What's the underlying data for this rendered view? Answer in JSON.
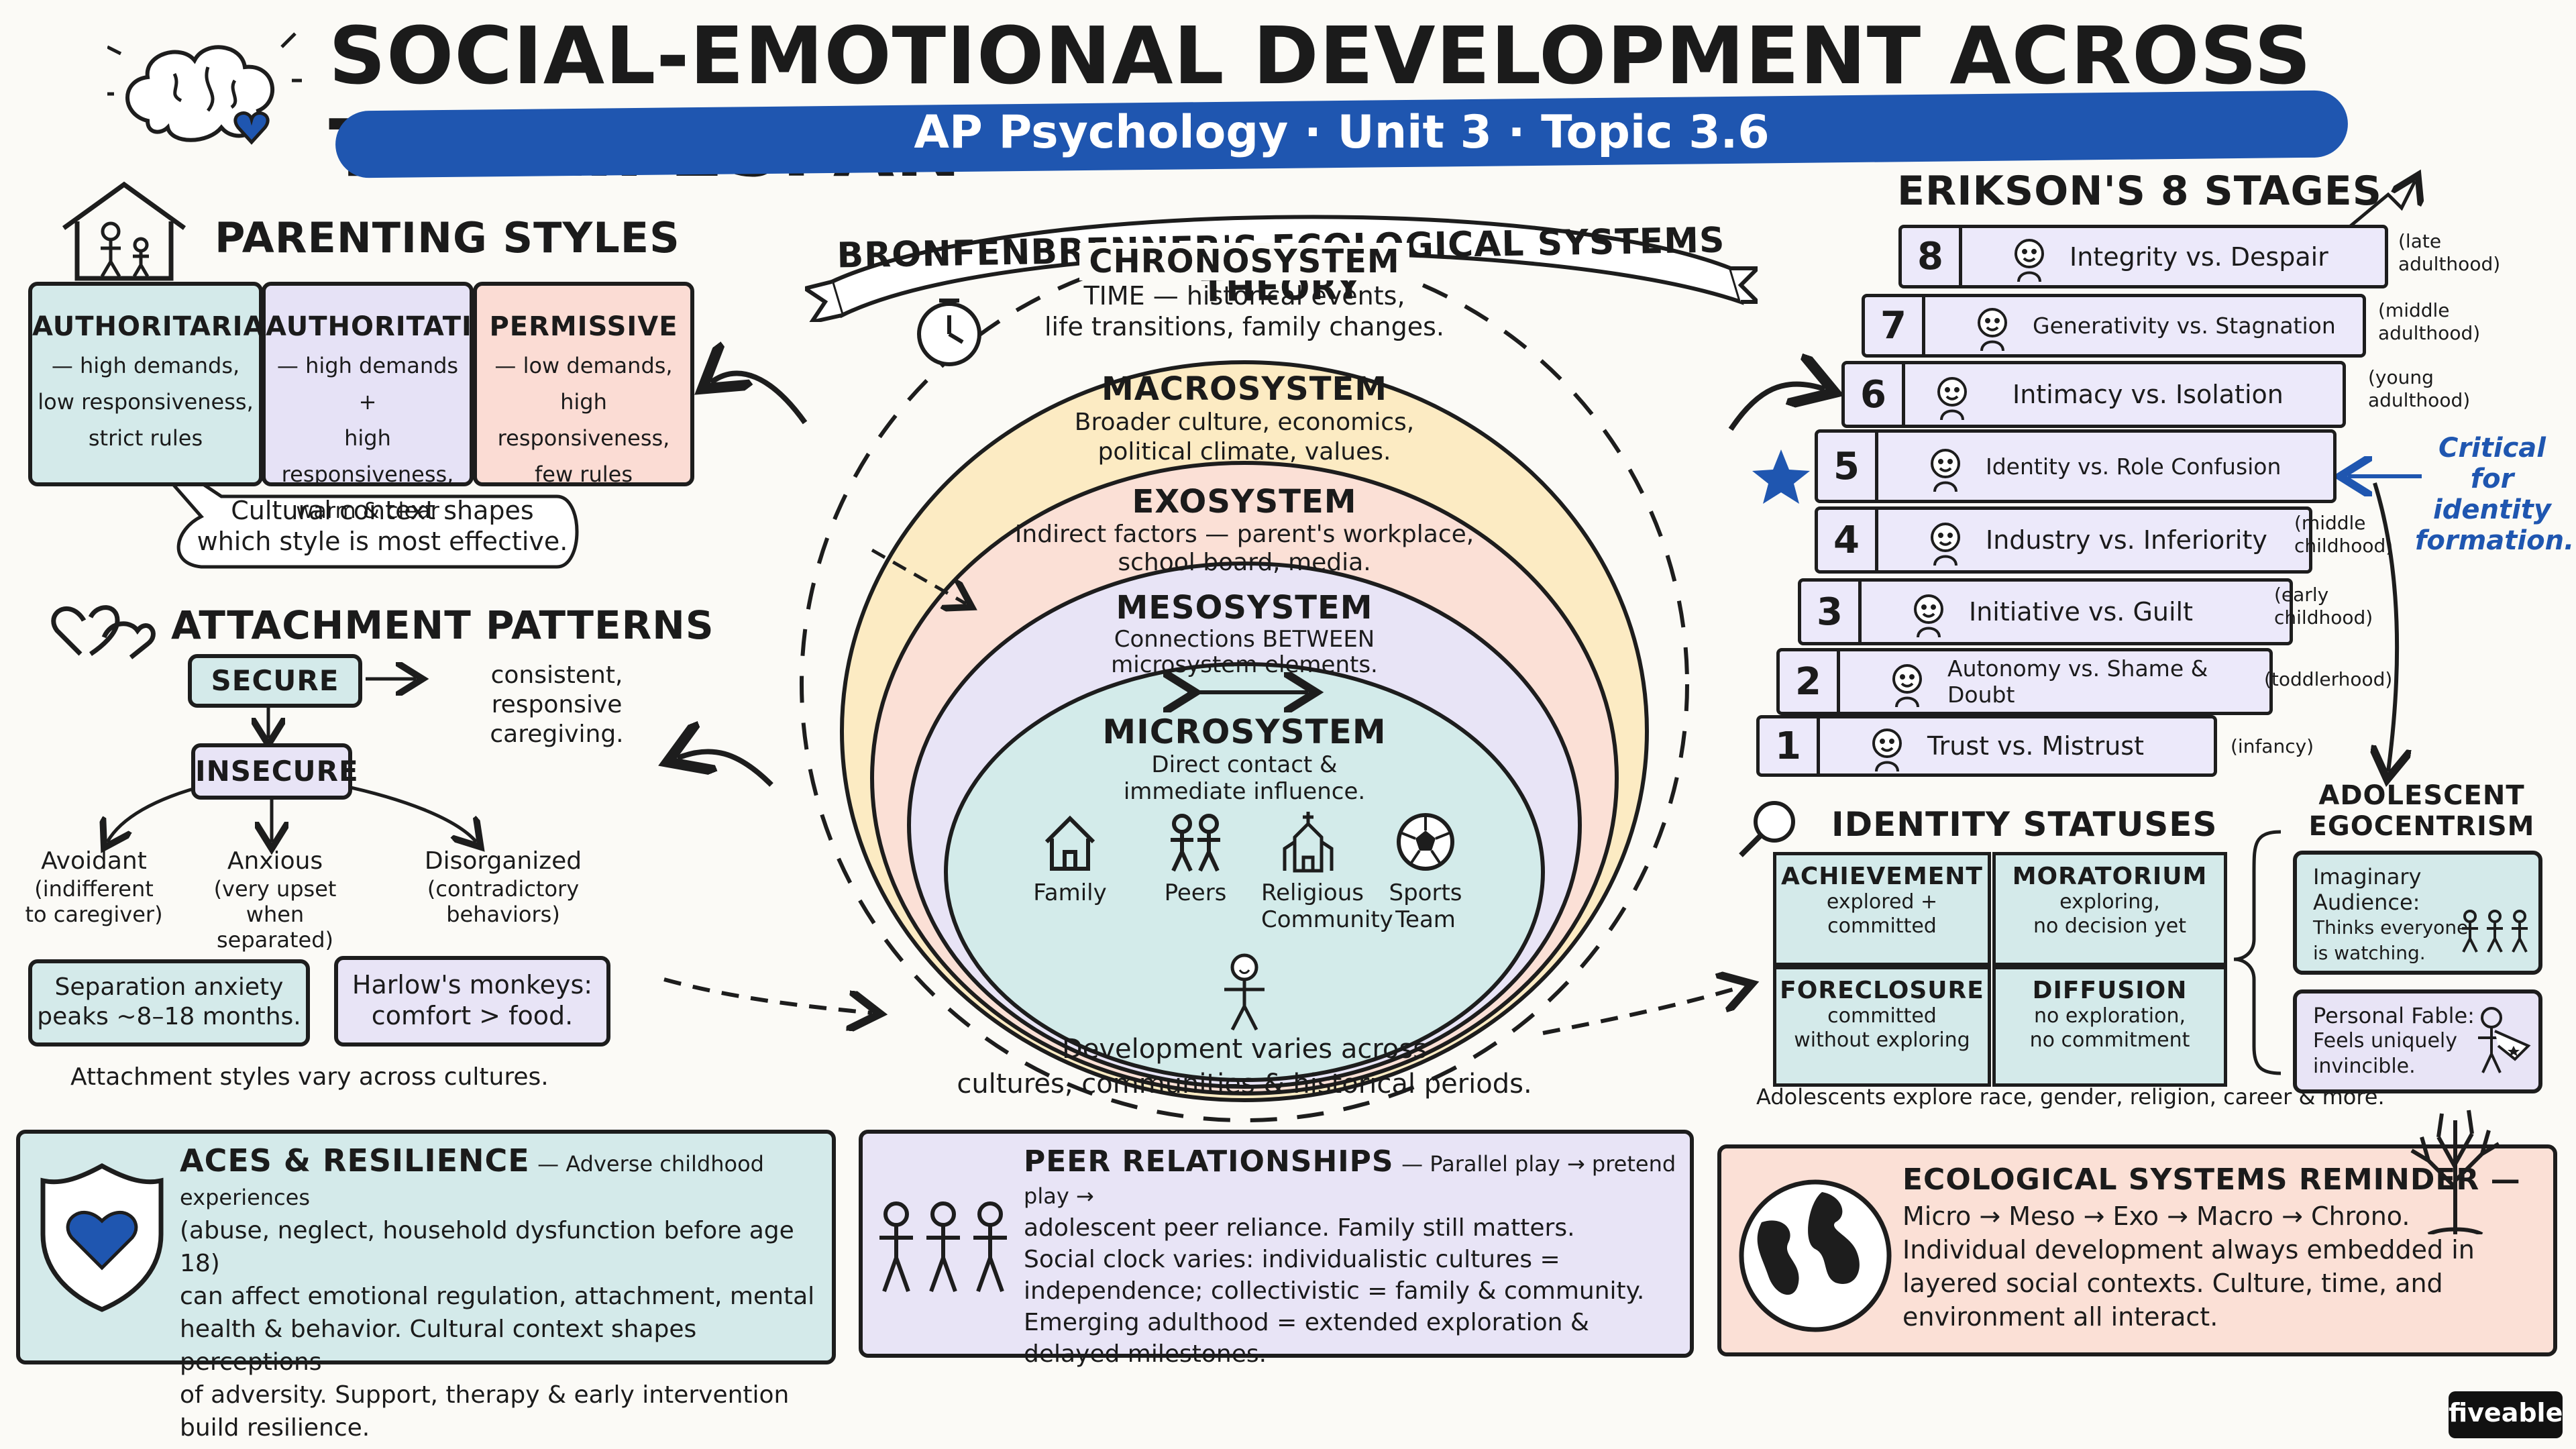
{
  "header": {
    "title": "Social-Emotional Development Across the Lifespan",
    "subtitle": "AP Psychology · Unit 3 · Topic 3.6"
  },
  "parenting": {
    "heading": "Parenting Styles",
    "styles": [
      {
        "name": "Authoritarian",
        "desc_lines": [
          "— high demands,",
          "low responsiveness,",
          "strict rules"
        ],
        "color": "#d4eaea"
      },
      {
        "name": "Authoritative",
        "desc_lines": [
          "— high demands +",
          "high responsiveness,",
          "warm & clear"
        ],
        "color": "#e6e2f6"
      },
      {
        "name": "Permissive",
        "desc_lines": [
          "— low demands,",
          "high responsiveness,",
          "few rules"
        ],
        "color": "#fbdcd4"
      }
    ],
    "note_lines": [
      "Cultural context shapes",
      "which style is most effective."
    ]
  },
  "attachment": {
    "heading": "Attachment Patterns",
    "secure": "Secure",
    "secure_desc_lines": [
      "consistent, responsive",
      "caregiving."
    ],
    "insecure": "Insecure",
    "types": [
      {
        "name": "Avoidant",
        "desc_lines": [
          "(indifferent",
          "to caregiver)"
        ]
      },
      {
        "name": "Anxious",
        "desc_lines": [
          "(very upset",
          "when separated)"
        ]
      },
      {
        "name": "Disorganized",
        "desc_lines": [
          "(contradictory",
          "behaviors)"
        ]
      }
    ],
    "fact1_lines": [
      "Separation anxiety",
      "peaks ~8–18 months."
    ],
    "fact2_lines": [
      "Harlow's monkeys:",
      "comfort > food."
    ],
    "footer": "Attachment styles vary across cultures."
  },
  "bronfenbrenner": {
    "banner": "Bronfenbrenner's Ecological Systems Theory",
    "chrono": {
      "name": "Chronosystem",
      "lines": [
        "TIME — historical events,",
        "life transitions, family changes."
      ]
    },
    "macro": {
      "name": "Macrosystem",
      "lines": [
        "Broader culture, economics,",
        "political climate, values."
      ],
      "color": "#fcebc3"
    },
    "exo": {
      "name": "Exosystem",
      "lines": [
        "Indirect factors — parent's workplace,",
        "school board, media."
      ],
      "color": "#fbe0d6"
    },
    "meso": {
      "name": "Mesosystem",
      "lines": [
        "Connections BETWEEN",
        "microsystem elements."
      ],
      "color": "#e8e4f6"
    },
    "micro": {
      "name": "Microsystem",
      "lines": [
        "Direct contact &",
        "immediate influence."
      ],
      "color": "#d3ebea"
    },
    "micro_items": [
      {
        "label_lines": [
          "Family"
        ],
        "icon": "house-icon"
      },
      {
        "label_lines": [
          "Peers"
        ],
        "icon": "peers-icon"
      },
      {
        "label_lines": [
          "Religious",
          "Community"
        ],
        "icon": "church-icon"
      },
      {
        "label_lines": [
          "Sports",
          "Team"
        ],
        "icon": "soccer-ball-icon"
      }
    ],
    "footer_lines": [
      "Development varies across",
      "cultures, communities & historical periods."
    ]
  },
  "erikson": {
    "heading": "Erikson's 8 Stages",
    "stages": [
      {
        "num": "8",
        "label": "Integrity vs. Despair",
        "note_lines": [
          "(late",
          "adulthood)"
        ]
      },
      {
        "num": "7",
        "label": "Generativity vs. Stagnation",
        "note_lines": [
          "(middle",
          "adulthood)"
        ]
      },
      {
        "num": "6",
        "label": "Intimacy vs. Isolation",
        "note_lines": [
          "(young",
          "adulthood)"
        ]
      },
      {
        "num": "5",
        "label": "Identity vs. Role Confusion",
        "note_lines": []
      },
      {
        "num": "4",
        "label": "Industry vs. Inferiority",
        "note_lines": [
          "(middle",
          "childhood)"
        ]
      },
      {
        "num": "3",
        "label": "Initiative vs. Guilt",
        "note_lines": [
          "(early",
          "childhood)"
        ]
      },
      {
        "num": "2",
        "label": "Autonomy vs. Shame & Doubt",
        "note_lines": [
          "(toddlerhood)"
        ]
      },
      {
        "num": "1",
        "label": "Trust vs. Mistrust",
        "note_lines": [
          "(infancy)"
        ]
      }
    ],
    "critical_lines": [
      "Critical",
      "for identity",
      "formation."
    ]
  },
  "identity": {
    "heading": "Identity Statuses",
    "statuses": [
      {
        "name": "Achievement",
        "lines": [
          "explored +",
          "committed"
        ]
      },
      {
        "name": "Moratorium",
        "lines": [
          "exploring,",
          "no decision yet"
        ]
      },
      {
        "name": "Foreclosure",
        "lines": [
          "committed",
          "without exploring"
        ]
      },
      {
        "name": "Diffusion",
        "lines": [
          "no exploration,",
          "no commitment"
        ]
      }
    ],
    "footer": "Adolescents explore race, gender, religion, career & more."
  },
  "egocentrism": {
    "heading_lines": [
      "Adolescent",
      "Egocentrism"
    ],
    "imaginary_lines": [
      "Imaginary",
      "Audience:",
      "Thinks everyone",
      "is watching."
    ],
    "fable_lines": [
      "Personal Fable:",
      "Feels uniquely",
      "invincible."
    ]
  },
  "aces": {
    "heading": "ACEs & Resilience",
    "lines": [
      "— Adverse childhood experiences",
      "(abuse, neglect, household dysfunction before age 18)",
      "can affect emotional regulation, attachment, mental",
      "health & behavior. Cultural context shapes perceptions",
      "of adversity. Support, therapy & early intervention",
      "build resilience."
    ],
    "color": "#d4eaea"
  },
  "peers": {
    "heading": "Peer Relationships",
    "lines": [
      "— Parallel play → pretend play →",
      "adolescent peer reliance. Family still matters.",
      "Social clock varies: individualistic cultures =",
      "independence; collectivistic = family & community.",
      "Emerging adulthood = extended exploration &",
      "delayed milestones."
    ],
    "color": "#e8e4f6"
  },
  "reminder": {
    "heading": "Ecological Systems Reminder —",
    "lines": [
      "Micro → Meso → Exo → Macro → Chrono.",
      "Individual development always embedded in",
      "layered social contexts. Culture, time, and",
      "environment all interact."
    ],
    "color": "#fbe0d6"
  },
  "brand": {
    "logo": "fiveable"
  },
  "colors": {
    "accent_blue": "#1f56b0",
    "ink": "#1d1d1d",
    "teal": "#d4eaea",
    "lavender": "#e8e4f6",
    "peach": "#fbdcd4",
    "yellow": "#fcebc3"
  }
}
